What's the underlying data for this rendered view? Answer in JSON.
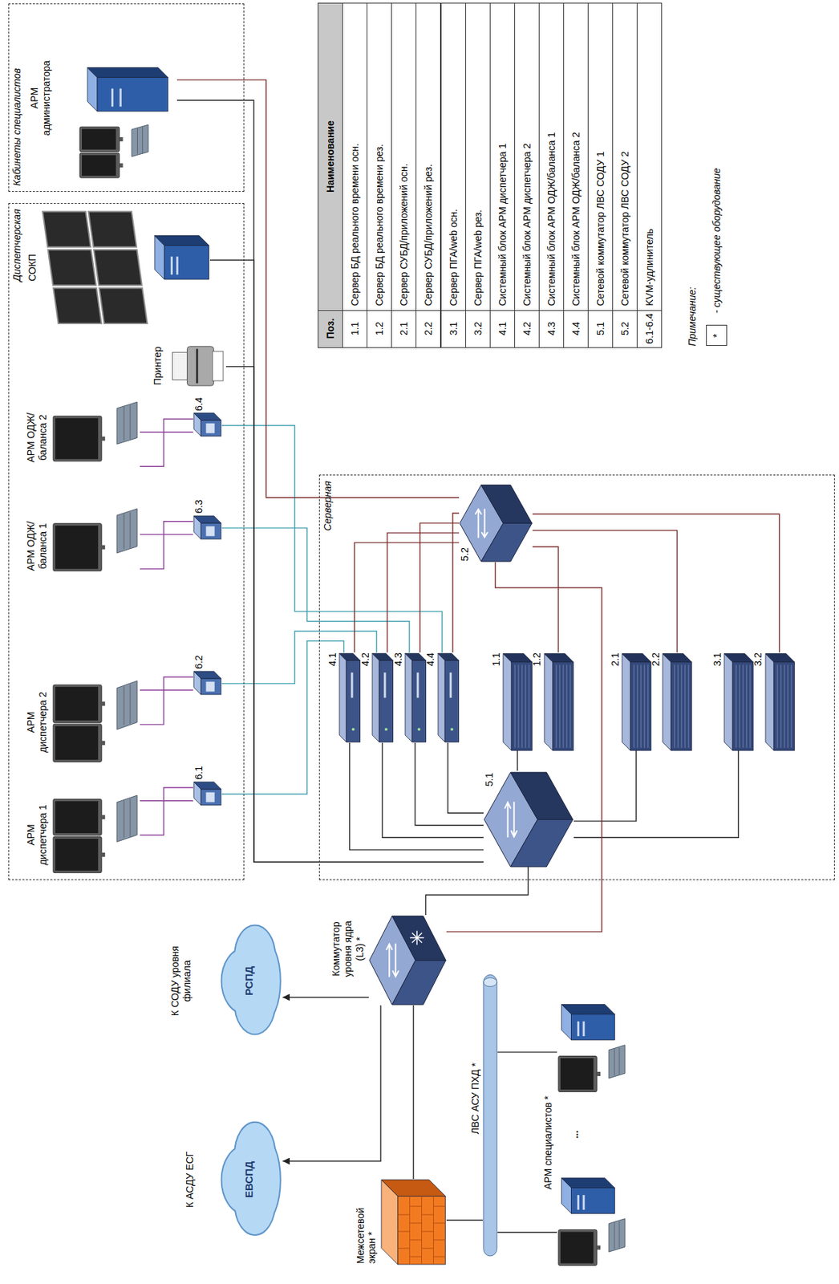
{
  "diagram": {
    "nodes": [
      {
        "text": [
          "Диспетчерская"
        ]
      },
      {
        "text": [
          "АРМ диспетчера 1"
        ],
        "in": 0
      },
      {
        "text": [
          "6.1"
        ],
        "in": 0
      },
      {
        "text": [
          "АРМ диспетчера 2"
        ],
        "in": 0
      },
      {
        "text": [
          "6.2"
        ],
        "in": 0
      },
      {
        "text": [
          "АРМ ОДЖ/баланса 1"
        ],
        "in": 0
      },
      {
        "text": [
          "6.3"
        ],
        "in": 0
      },
      {
        "text": [
          "АРМ ОДЖ/баланса 2"
        ],
        "in": 0
      },
      {
        "text": [
          "6.4"
        ],
        "in": 0
      },
      {
        "text": [
          "Принтер"
        ],
        "in": 0
      },
      {
        "text": [
          "СОКП"
        ],
        "in": 0
      },
      {
        "text": [
          "Кабинеты специалистов"
        ]
      },
      {
        "text": [
          "АРМ администратора"
        ],
        "in": 11
      },
      {
        "text": [
          "Серверная"
        ]
      },
      {
        "text": [
          "4.1"
        ],
        "in": 13
      },
      {
        "text": [
          "4.2"
        ],
        "in": 13
      },
      {
        "text": [
          "4.3"
        ],
        "in": 13
      },
      {
        "text": [
          "4.4"
        ],
        "in": 13
      },
      {
        "text": [
          "1.1"
        ],
        "in": 13
      },
      {
        "text": [
          "1.2"
        ],
        "in": 13
      },
      {
        "text": [
          "2.1"
        ],
        "in": 13
      },
      {
        "text": [
          "2.2"
        ],
        "in": 13
      },
      {
        "text": [
          "3.1"
        ],
        "in": 13
      },
      {
        "text": [
          "3.2"
        ],
        "in": 13
      },
      {
        "text": [
          "5.1"
        ],
        "in": 13
      },
      {
        "text": [
          "5.2"
        ],
        "in": 13
      },
      {
        "text": [
          "Коммутатор уровня ядра (L3) *"
        ]
      },
      {
        "text": [
          "К СОДУ уровня филиала",
          "РСПД"
        ]
      },
      {
        "text": [
          "К АСДУ ЕСГ",
          "ЕВСПД"
        ]
      },
      {
        "text": [
          "Межсетевой экран *"
        ]
      },
      {
        "text": [
          "ЛВС АСУ ПХД *"
        ]
      },
      {
        "text": [
          "АРМ специалистов *",
          "..."
        ]
      }
    ],
    "edges": [
      {
        "from": 1,
        "to": 2,
        "arrow": "none"
      },
      {
        "from": 1,
        "to": 2,
        "arrow": "none"
      },
      {
        "from": 3,
        "to": 4,
        "arrow": "none"
      },
      {
        "from": 3,
        "to": 4,
        "arrow": "none"
      },
      {
        "from": 5,
        "to": 6,
        "arrow": "none"
      },
      {
        "from": 5,
        "to": 6,
        "arrow": "none"
      },
      {
        "from": 7,
        "to": 8,
        "arrow": "none"
      },
      {
        "from": 7,
        "to": 8,
        "arrow": "none"
      },
      {
        "from": 2,
        "to": 14,
        "arrow": "none"
      },
      {
        "from": 4,
        "to": 15,
        "arrow": "none"
      },
      {
        "from": 6,
        "to": 16,
        "arrow": "none"
      },
      {
        "from": 8,
        "to": 17,
        "arrow": "none"
      },
      {
        "from": 24,
        "to": 14,
        "arrow": "none"
      },
      {
        "from": 24,
        "to": 15,
        "arrow": "none"
      },
      {
        "from": 24,
        "to": 16,
        "arrow": "none"
      },
      {
        "from": 24,
        "to": 17,
        "arrow": "none"
      },
      {
        "from": 24,
        "to": 18,
        "arrow": "none"
      },
      {
        "from": 24,
        "to": 20,
        "arrow": "none"
      },
      {
        "from": 24,
        "to": 22,
        "arrow": "none"
      },
      {
        "from": 24,
        "to": 9,
        "arrow": "none"
      },
      {
        "from": 24,
        "to": 10,
        "arrow": "none"
      },
      {
        "from": 24,
        "to": 12,
        "arrow": "none"
      },
      {
        "from": 25,
        "to": 14,
        "arrow": "none"
      },
      {
        "from": 25,
        "to": 15,
        "arrow": "none"
      },
      {
        "from": 25,
        "to": 16,
        "arrow": "none"
      },
      {
        "from": 25,
        "to": 17,
        "arrow": "none"
      },
      {
        "from": 25,
        "to": 19,
        "arrow": "none"
      },
      {
        "from": 25,
        "to": 21,
        "arrow": "none"
      },
      {
        "from": 25,
        "to": 23,
        "arrow": "none"
      },
      {
        "from": 25,
        "to": 12,
        "arrow": "none"
      },
      {
        "from": 26,
        "to": 24,
        "arrow": "none"
      },
      {
        "from": 26,
        "to": 25,
        "arrow": "none"
      },
      {
        "from": 26,
        "to": 27,
        "arrow": "to"
      },
      {
        "from": 26,
        "to": 28,
        "arrow": "to"
      },
      {
        "from": 29,
        "to": 26,
        "arrow": "none"
      },
      {
        "from": 29,
        "to": 30,
        "arrow": "none"
      },
      {
        "from": 30,
        "to": 31,
        "arrow": "none"
      },
      {
        "from": 30,
        "to": 31,
        "arrow": "none"
      }
    ],
    "labels": [
      "Поз.",
      "Наименование",
      "1.1",
      "Сервер БД реального времени осн.",
      "1.2",
      "Сервер БД реального времени рез.",
      "2.1",
      "Сервер СУБД/приложений осн.",
      "2.2",
      "Сервер СУБД/приложений рез.",
      "3.1",
      "Сервер ПГА/web осн.",
      "3.2",
      "Сервер ПГА/web рез.",
      "4.1",
      "Системный блок АРМ диспетчера 1",
      "4.2",
      "Системный блок АРМ диспетчера 2",
      "4.3",
      "Системный блок АРМ ОДЖ/баланса 1",
      "4.4",
      "Системный блок АРМ ОДЖ/баланса 2",
      "5.1",
      "Сетевой коммутатор ЛВС СОДУ 1",
      "5.2",
      "Сетевой коммутатор ЛВС СОДУ 2",
      "6.1-6.4",
      "KVM-удлинитель",
      "Примечание:",
      "*",
      "- существующее оборудование"
    ]
  }
}
